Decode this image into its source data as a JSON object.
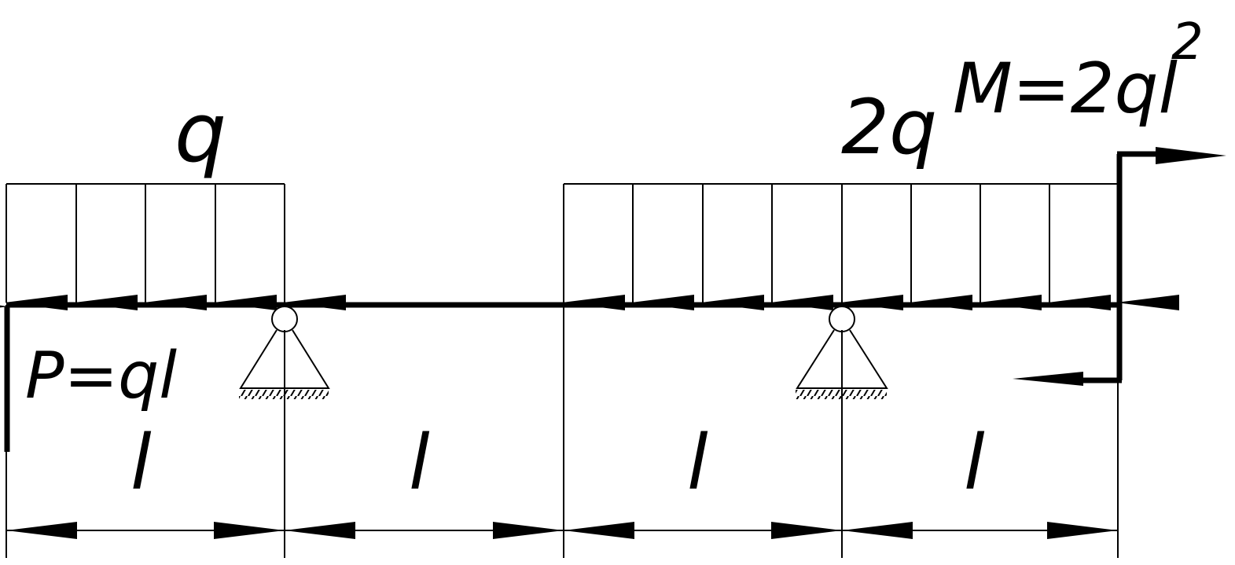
{
  "diagram": {
    "colors": {
      "ink": "#000000",
      "background": "#ffffff"
    },
    "labels": {
      "q_left": "q",
      "q_right": "2q",
      "moment": "M=2ql",
      "moment_exp": "2",
      "force": "P=ql",
      "span_1": "l",
      "span_2": "l",
      "span_3": "l",
      "span_4": "l"
    }
  }
}
